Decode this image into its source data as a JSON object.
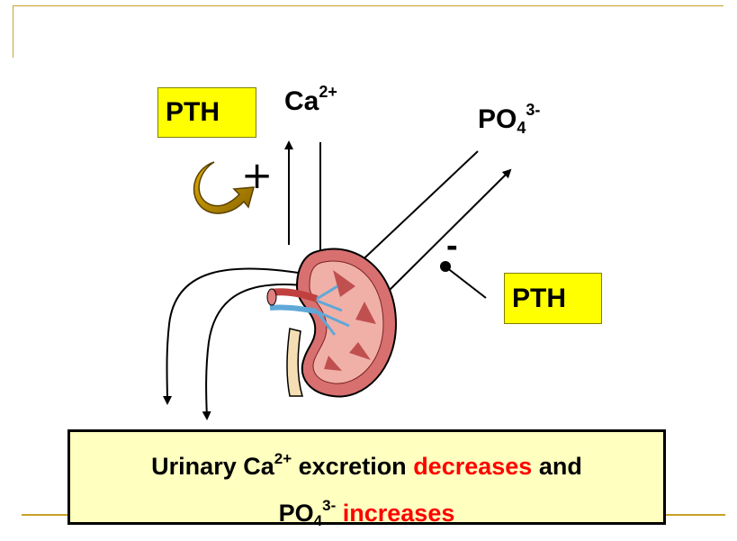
{
  "pth_top": "PTH",
  "pth_right": "PTH",
  "ca": {
    "base": "Ca",
    "sup": "2+"
  },
  "po": {
    "base": "PO",
    "sub": "4",
    "sup": "3-"
  },
  "plus_sign": "+",
  "minus_sign": "-",
  "result": {
    "line1_pre": "Urinary Ca",
    "line1_sup": "2+",
    "line1_mid": " excretion ",
    "line1_red": "decreases",
    "line1_post": " and",
    "line2_base": "PO",
    "line2_sub": "4",
    "line2_sup": "3-",
    "line2_red": " increases"
  },
  "colors": {
    "highlight": "#ffff00",
    "result_bg": "#ffffc0",
    "red": "#ff0000",
    "frame": "#c9a227",
    "curved_arrow": "#b8860b"
  },
  "icons": [
    "kidney-icon",
    "curved-arrow-icon"
  ]
}
